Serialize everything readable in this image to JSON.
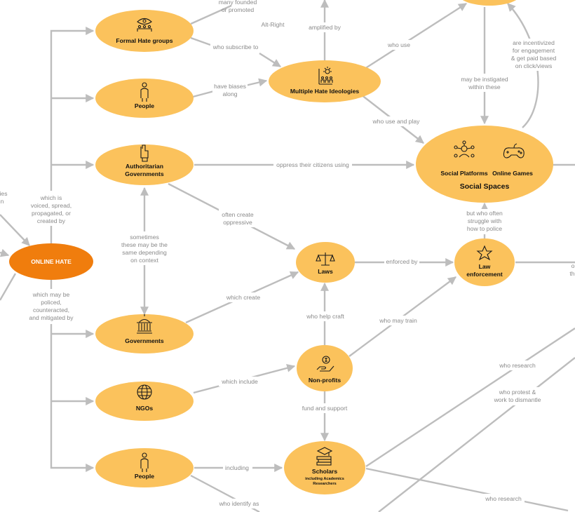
{
  "nodes": {
    "online_hate": "ONLINE HATE",
    "formal_hate_groups": "Formal Hate groups",
    "people_top": "People",
    "authoritarian_governments": [
      "Authoritarian",
      "Governments"
    ],
    "multiple_hate_ideologies": "Multiple Hate Ideologies",
    "social_spaces": "Social Spaces",
    "social_platforms": "Social Platforms",
    "online_games": "Online Games",
    "laws": "Laws",
    "law_enforcement": [
      "Law",
      "enforcement"
    ],
    "governments": "Governments",
    "non_profits": "Non-profits",
    "ngos": "NGOs",
    "people_bottom": "People",
    "scholars": "Scholars",
    "scholars_sub": [
      "including Academics",
      "Researchers"
    ]
  },
  "edge_labels": {
    "many_founded": [
      "many founded",
      "or promoted"
    ],
    "alt_right": "Alt-Right",
    "amplified_by": "amplified by",
    "who_subscribe_to": "who subscribe to",
    "who_use": "who use",
    "incentivized": [
      "are incentivized",
      "for engagement",
      "& get paid based",
      "on click/views"
    ],
    "have_biases_along": [
      "have biases",
      "along"
    ],
    "may_be_instigated": [
      "may be instigated",
      "within these"
    ],
    "who_use_and_play": "who use and play",
    "ies_n": [
      "ies",
      "n"
    ],
    "oppress": "oppress their citizens using",
    "which_is_voiced": [
      "which is",
      "voiced, spread,",
      "propagated, or",
      "created by"
    ],
    "often_create": [
      "often create",
      "oppressive"
    ],
    "but_who_often": [
      "but who often",
      "struggle with",
      "how to police"
    ],
    "sometimes_same": [
      "sometimes",
      "these may be the",
      "same depending",
      "on context"
    ],
    "enforced_by": "enforced by",
    "which_may_be_policed": [
      "which may be",
      "policed,",
      "counteracted,",
      "and mitigated by"
    ],
    "which_create": "which create",
    "who_help_craft": "who help craft",
    "who_may_train": "who may train",
    "who_research_1": "who research",
    "which_include": "which include",
    "who_protest": [
      "who protest &",
      "work to dismantle"
    ],
    "fund_and_support": "fund and support",
    "including": "including",
    "who_research_2": "who research",
    "who_identify_as": "who identify as",
    "right_edge_fragment": [
      "o",
      "th"
    ]
  },
  "colors": {
    "node": "#fbc25c",
    "main_node": "#f07d0d",
    "edge": "#bdbdbd",
    "edge_label": "#8a8a8a"
  }
}
